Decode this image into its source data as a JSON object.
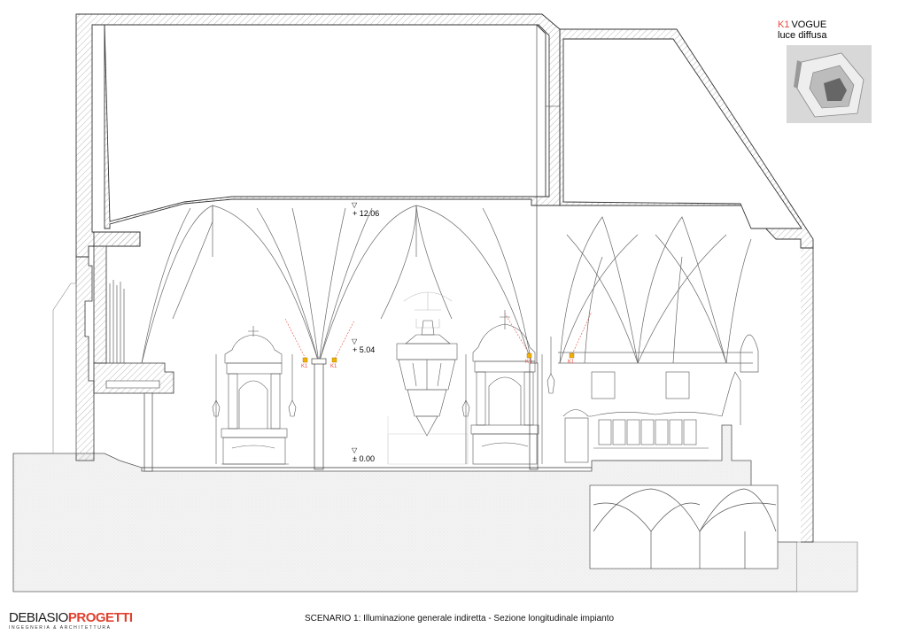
{
  "levels": {
    "top": "+ 12.06",
    "mid": "+ 5.04",
    "floor": "± 0.00"
  },
  "fixture_tag": "K1",
  "product": {
    "code": "K1",
    "name": "VOGUE",
    "subtitle": "luce diffusa"
  },
  "logo": {
    "part1": "DEBIASIO",
    "part2": "PROGETTI",
    "tagline": "INGEGNERIA & ARCHITETTURA"
  },
  "caption": "SCENARIO 1: Illuminazione generale indiretta - Sezione longitudinale impianto",
  "colors": {
    "accent": "#e64b3c",
    "line": "#333333",
    "hatch": "#9a9a9a"
  }
}
